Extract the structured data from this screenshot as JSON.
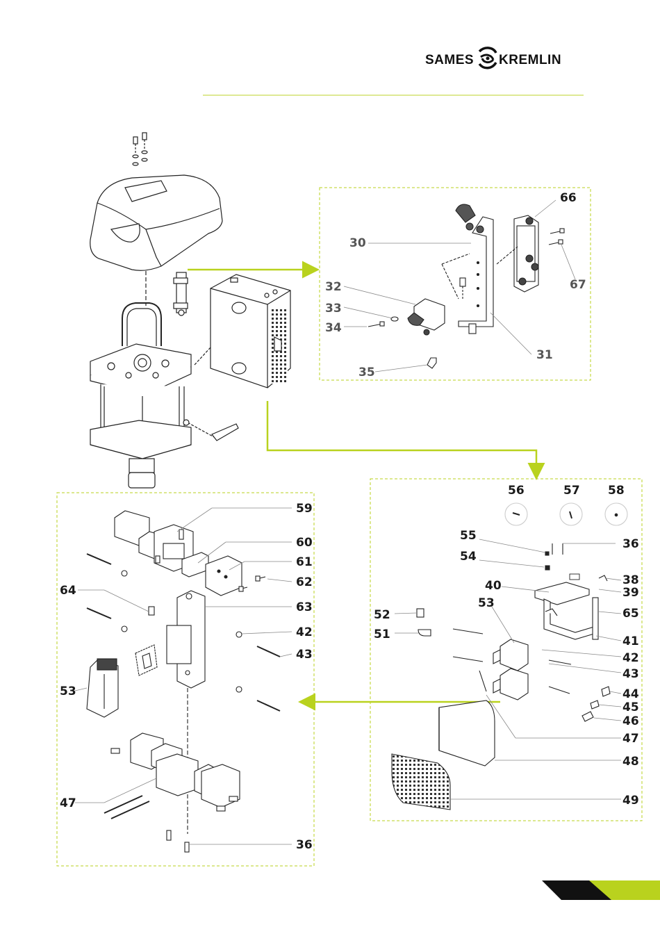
{
  "brand": {
    "left": "SAMES",
    "right": "KREMLIN",
    "accent_color": "#b9d21e",
    "dark_color": "#111111"
  },
  "callouts": {
    "top": {
      "c66": "66",
      "c30": "30",
      "c67": "67",
      "c32": "32",
      "c33": "33",
      "c34": "34",
      "c31": "31",
      "c35": "35"
    },
    "right": {
      "c56": "56",
      "c57": "57",
      "c58": "58",
      "c55": "55",
      "c36": "36",
      "c54": "54",
      "c38": "38",
      "c40": "40",
      "c39": "39",
      "c53": "53",
      "c65": "65",
      "c52": "52",
      "c51": "51",
      "c41": "41",
      "c42": "42",
      "c43": "43",
      "c44": "44",
      "c45": "45",
      "c46": "46",
      "c47": "47",
      "c48": "48",
      "c49": "49"
    },
    "left": {
      "c59": "59",
      "c60": "60",
      "c61": "61",
      "c62": "62",
      "c64": "64",
      "c63": "63",
      "c42": "42",
      "c43": "43",
      "c53": "53",
      "c47": "47",
      "c36": "36"
    }
  }
}
